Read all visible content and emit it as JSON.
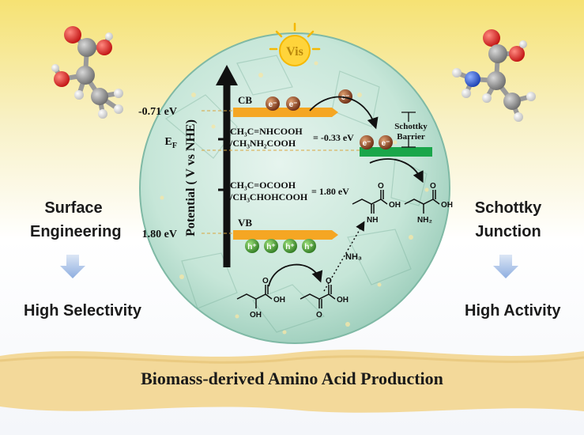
{
  "header": {
    "vis_label": "Vis"
  },
  "axis": {
    "label": "Potential ( V vs NHE)"
  },
  "levels": {
    "cb": {
      "label": "CB",
      "potential": "-0.71 eV"
    },
    "vb": {
      "label": "VB",
      "potential": "1.80 eV"
    },
    "ef": {
      "label_main": "E",
      "label_sub": "F"
    }
  },
  "reactions": {
    "imine_couple": {
      "line1": "CH₃C=NHCOOH",
      "line2": "/CH₃NH₂COOH",
      "value": "= -0.33 eV"
    },
    "pyruvate_couple": {
      "line1": "CH₃C=OCOOH",
      "line2": "/CH₃CHOHCOOH",
      "value": "= 1.80 eV"
    },
    "nh3_label": "NH₃"
  },
  "carriers": {
    "electron": "e⁻",
    "hole": "h⁺"
  },
  "schottky": {
    "line1": "Schottky",
    "line2": "Barrier"
  },
  "molecule_labels": {
    "oh": "OH",
    "o": "O",
    "nh": "NH",
    "nh2": "NH₂"
  },
  "left_panel": {
    "title_line1": "Surface",
    "title_line2": "Engineering",
    "result": "High Selectivity"
  },
  "right_panel": {
    "title_line1": "Schottky",
    "title_line2": "Junction",
    "result": "High Activity"
  },
  "banner": {
    "text": "Biomass-derived Amino Acid Production"
  },
  "colors": {
    "band_orange": "#f5a623",
    "green_bar": "#1aa64a",
    "electron": "#8a3a1c",
    "hole": "#3e8e2b",
    "sphere": "#cfe9df",
    "background_top": "#f7e67a",
    "sand": "#f3dca0",
    "carbon_atom": "#8c8c8c",
    "oxygen_atom": "#e02020",
    "nitrogen_atom": "#2255cc",
    "hydrogen_atom": "#f2f2f2"
  }
}
